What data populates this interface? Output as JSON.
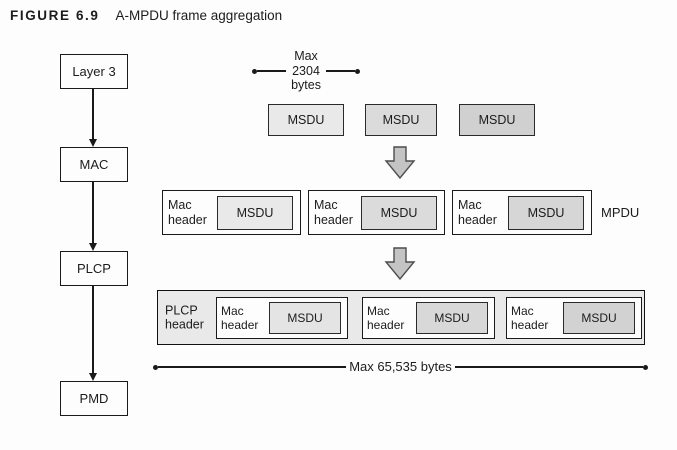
{
  "figure": {
    "label": "FIGURE 6.9",
    "title": "A-MPDU frame aggregation"
  },
  "layer_stack": [
    {
      "label": "Layer 3"
    },
    {
      "label": "MAC"
    },
    {
      "label": "PLCP"
    },
    {
      "label": "PMD"
    }
  ],
  "top_measure": {
    "lines": [
      "Max",
      "2304",
      "bytes"
    ]
  },
  "msdu_row": {
    "items": [
      "MSDU",
      "MSDU",
      "MSDU"
    ]
  },
  "mpdu_row": {
    "label": "MPDU",
    "frames": [
      {
        "header": "Mac header",
        "payload": "MSDU"
      },
      {
        "header": "Mac header",
        "payload": "MSDU"
      },
      {
        "header": "Mac header",
        "payload": "MSDU"
      }
    ]
  },
  "ppdu_row": {
    "plcp_header": "PLCP header",
    "frames": [
      {
        "header": "Mac header",
        "payload": "MSDU"
      },
      {
        "header": "Mac header",
        "payload": "MSDU"
      },
      {
        "header": "Mac header",
        "payload": "MSDU"
      }
    ]
  },
  "bottom_measure": {
    "label": "Max 65,535 bytes"
  },
  "colors": {
    "text": "#1c1c1c",
    "box_border": "#1a1a1a",
    "msdu_light": "#e9e9e9",
    "msdu_medium": "#dbdbdb",
    "msdu_dark": "#d0d0d0",
    "ppdu_fill": "#e9e9e9",
    "arrow_fill": "#c4c4c4",
    "arrow_stroke": "#4d4d4d"
  }
}
